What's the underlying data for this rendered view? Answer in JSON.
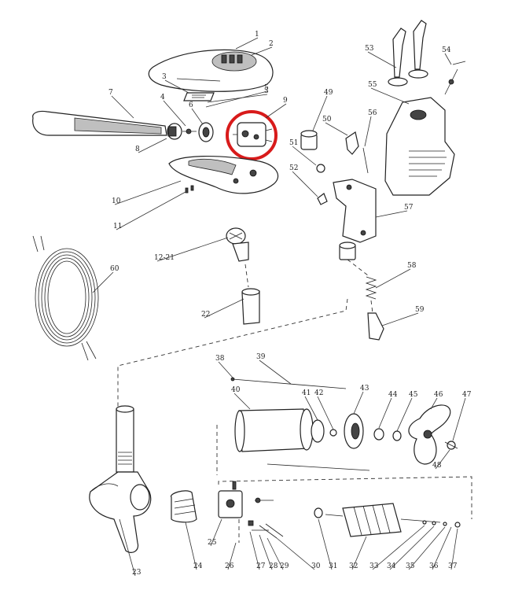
{
  "diagram": {
    "type": "exploded-parts-view",
    "highlight_color": "#d81b1b",
    "highlighted_part": "9",
    "parts": [
      "1",
      "2",
      "3",
      "3",
      "4",
      "5",
      "6",
      "7",
      "8",
      "9",
      "10",
      "11",
      "12-21",
      "22",
      "23",
      "24",
      "25",
      "26",
      "27",
      "28",
      "29",
      "30",
      "31",
      "32",
      "33",
      "34",
      "35",
      "36",
      "37",
      "38",
      "39",
      "40",
      "41",
      "42",
      "43",
      "44",
      "45",
      "46",
      "47",
      "48",
      "49",
      "50",
      "51",
      "52",
      "53",
      "54",
      "55",
      "56",
      "57",
      "58",
      "59",
      "60"
    ]
  }
}
